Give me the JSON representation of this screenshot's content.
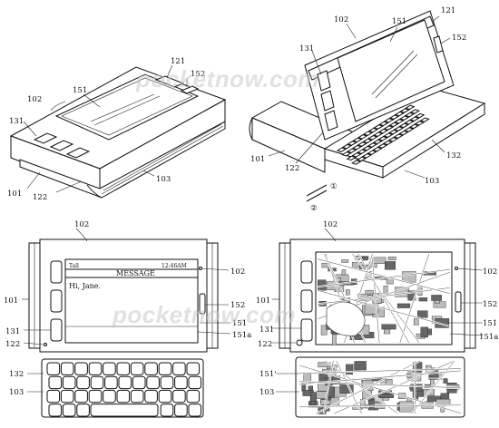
{
  "watermark": "pocketnow.com",
  "fig1": {
    "labels": {
      "l102": "102",
      "l121": "121",
      "l152": "152",
      "l151": "151",
      "l131": "131",
      "l101": "101",
      "l122": "122",
      "l103": "103"
    }
  },
  "fig2": {
    "labels": {
      "l102": "102",
      "l121": "121",
      "l151": "151",
      "l152": "152",
      "l131": "131",
      "l122": "122",
      "l101": "101",
      "l132": "132",
      "l103": "103"
    },
    "steps": {
      "s1": "①",
      "s2": "②"
    }
  },
  "fig3": {
    "labels": {
      "l102top": "102",
      "l102r": "102",
      "l101": "101",
      "l152": "152",
      "l151": "151",
      "l151a": "151a",
      "l131": "131",
      "l122": "122",
      "l132": "132",
      "l103": "103"
    },
    "screen": {
      "status_left": "Tall",
      "status_right": "12:46AM",
      "title": "MESSAGE",
      "body": "Hi, Jane."
    }
  },
  "fig4": {
    "labels": {
      "l102top": "102",
      "l102r": "102",
      "l101": "101",
      "l152": "152",
      "l151": "151",
      "l151a": "151a",
      "l131": "131",
      "l122": "122",
      "l151p": "151'",
      "l103": "103"
    }
  }
}
